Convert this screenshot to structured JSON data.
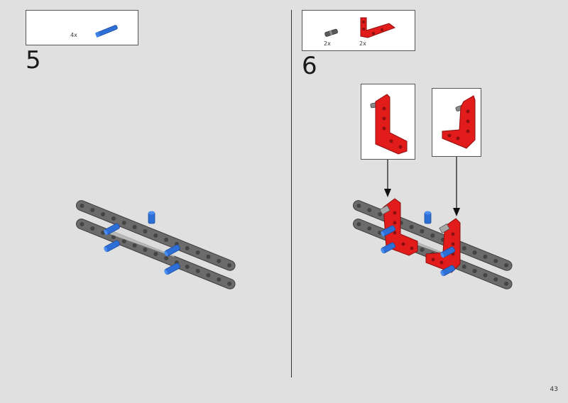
{
  "step5": {
    "number": "5",
    "parts": [
      {
        "name": "blue-axle-pin-icon",
        "qty": "4x",
        "color": "#2d6fd6"
      }
    ]
  },
  "step6": {
    "number": "6",
    "parts": [
      {
        "name": "grey-pin-icon",
        "qty": "2x",
        "color": "#6e6e6e"
      },
      {
        "name": "red-angle-beam-icon",
        "qty": "2x",
        "color": "#e21b1b"
      }
    ]
  },
  "colors": {
    "beam_dark": "#6b6b6b",
    "pin_blue": "#2d6fd6",
    "beam_red": "#e21b1b"
  },
  "page_number": "43"
}
